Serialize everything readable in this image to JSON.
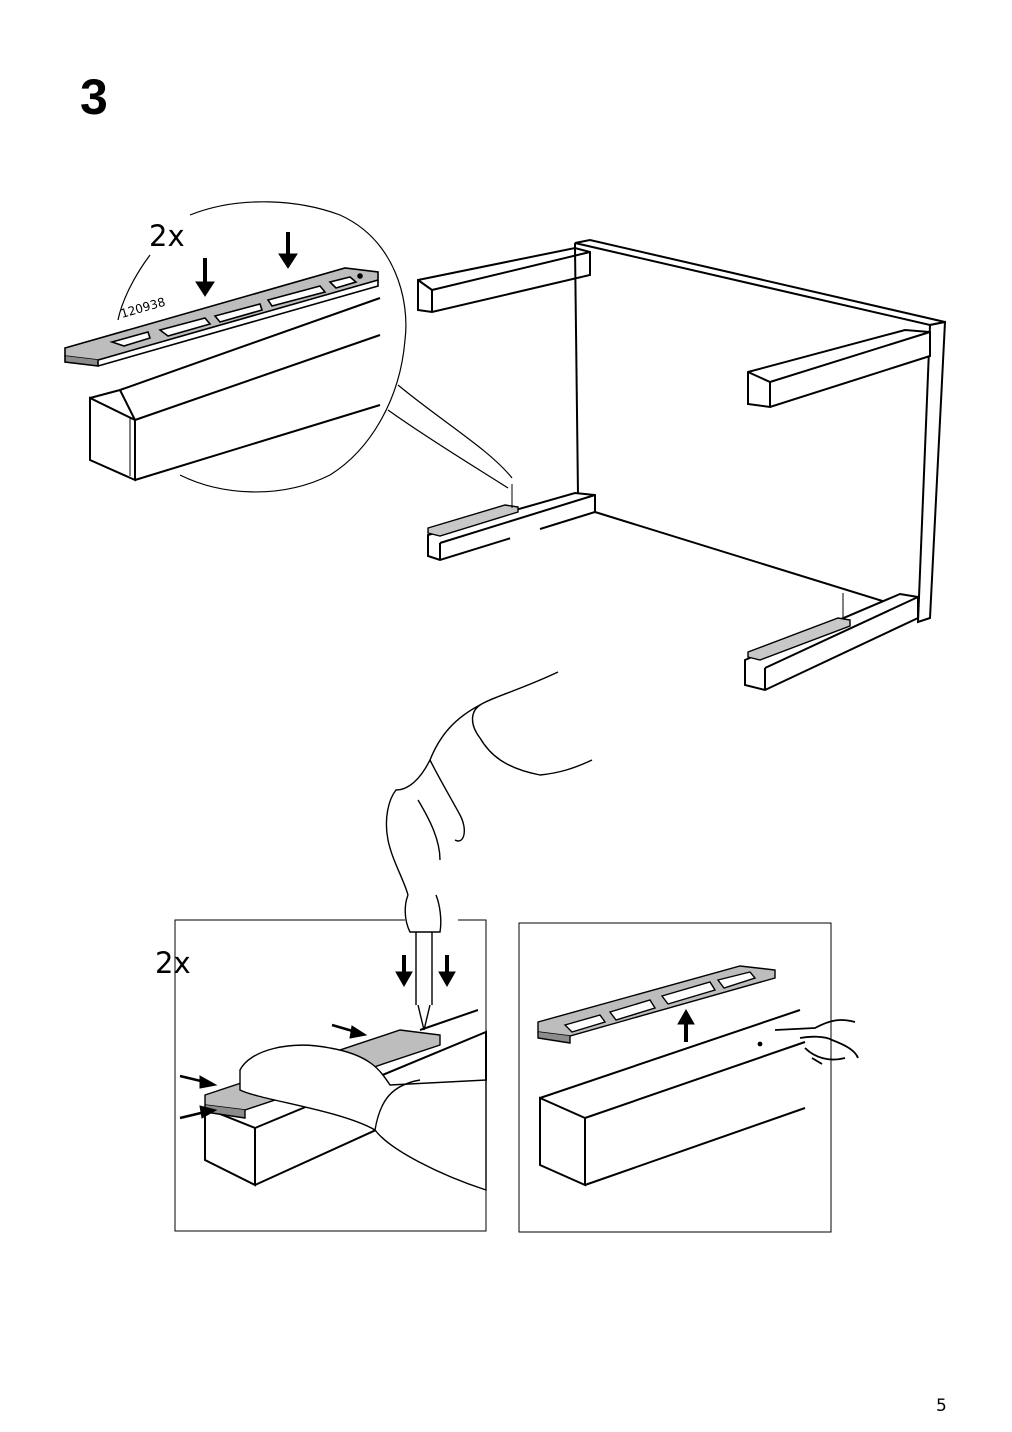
{
  "step": {
    "number": "3"
  },
  "detail_top": {
    "quantity": "2x",
    "part_number": "120938"
  },
  "panel_left": {
    "quantity": "2x"
  },
  "page": {
    "number": "5"
  }
}
